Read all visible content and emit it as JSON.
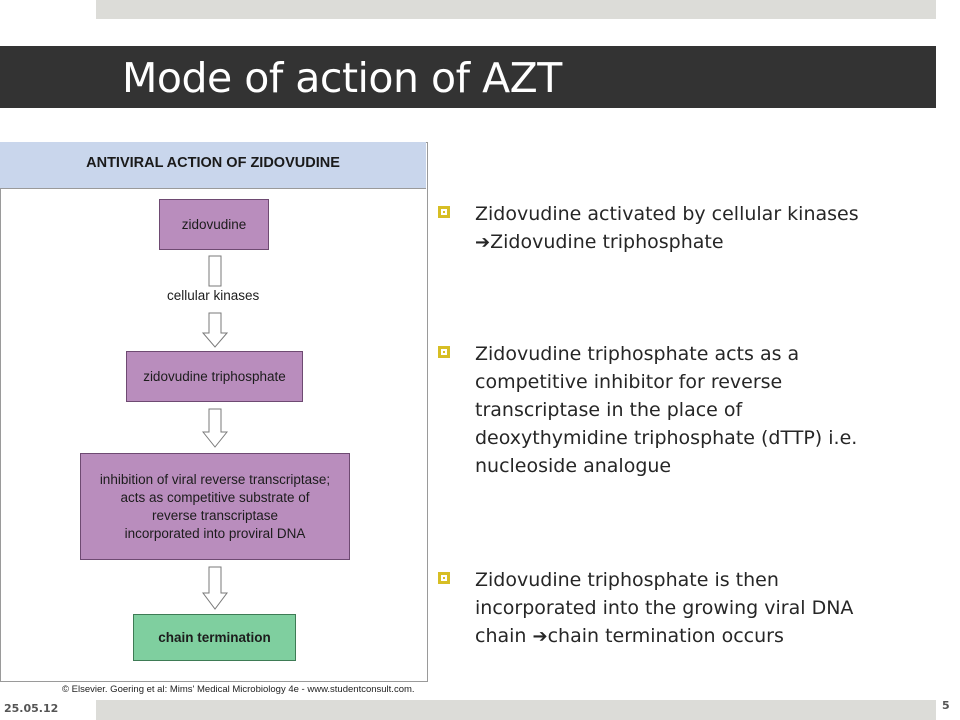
{
  "slide": {
    "title": "Mode of action of AZT",
    "date": "25.05.12",
    "page_number": "5"
  },
  "figure": {
    "title": "ANTIVIRAL ACTION OF ZIDOVUDINE",
    "box1": "zidovudine",
    "label1": "cellular kinases",
    "box2": "zidovudine triphosphate",
    "box3_lines": [
      "inhibition of viral reverse transcriptase;",
      "acts as competitive substrate of",
      "reverse transcriptase",
      "incorporated into proviral DNA"
    ],
    "box4": "chain termination",
    "copyright": "© Elsevier. Goering et al: Mims' Medical Microbiology 4e - www.studentconsult.com.",
    "colors": {
      "header": "#c9d6ec",
      "process_box": "#b98dbd",
      "result_box": "#7fcf9f"
    }
  },
  "bullets": [
    {
      "lines": [
        "Zidovudine activated by cellular kinases"
      ],
      "arrow_line": "Zidovudine triphosphate"
    },
    {
      "lines": [
        "Zidovudine triphosphate acts as a",
        "competitive inhibitor for reverse",
        "transcriptase in the place of",
        "deoxythymidine triphosphate (dTTP) i.e.",
        "nucleoside analogue"
      ]
    },
    {
      "lines": [
        "Zidovudine triphosphate is then",
        "incorporated into the growing viral DNA"
      ],
      "last_before": "chain ",
      "last_after": "chain termination occurs"
    }
  ],
  "icons": {
    "bullet": "square-bullet-icon",
    "arrow": "arrow-right-icon"
  },
  "colors": {
    "title_bar": "#333333",
    "bullet_accent": "#d7be24"
  }
}
